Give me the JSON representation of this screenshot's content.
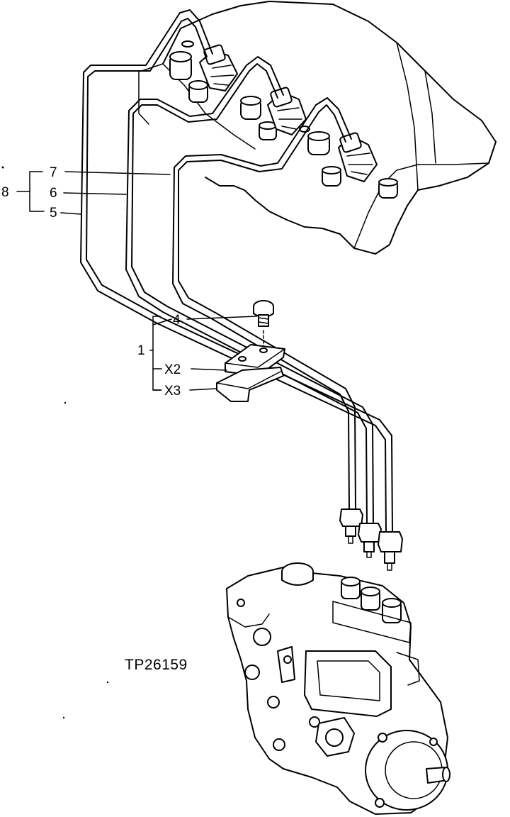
{
  "figure_id": "TP26159",
  "callouts": {
    "group_8": "8",
    "line_7": "7",
    "line_6": "6",
    "line_5": "5",
    "group_1": "1",
    "bolt_4": "4",
    "clamp_2": "X2",
    "clamp_3": "X3"
  }
}
